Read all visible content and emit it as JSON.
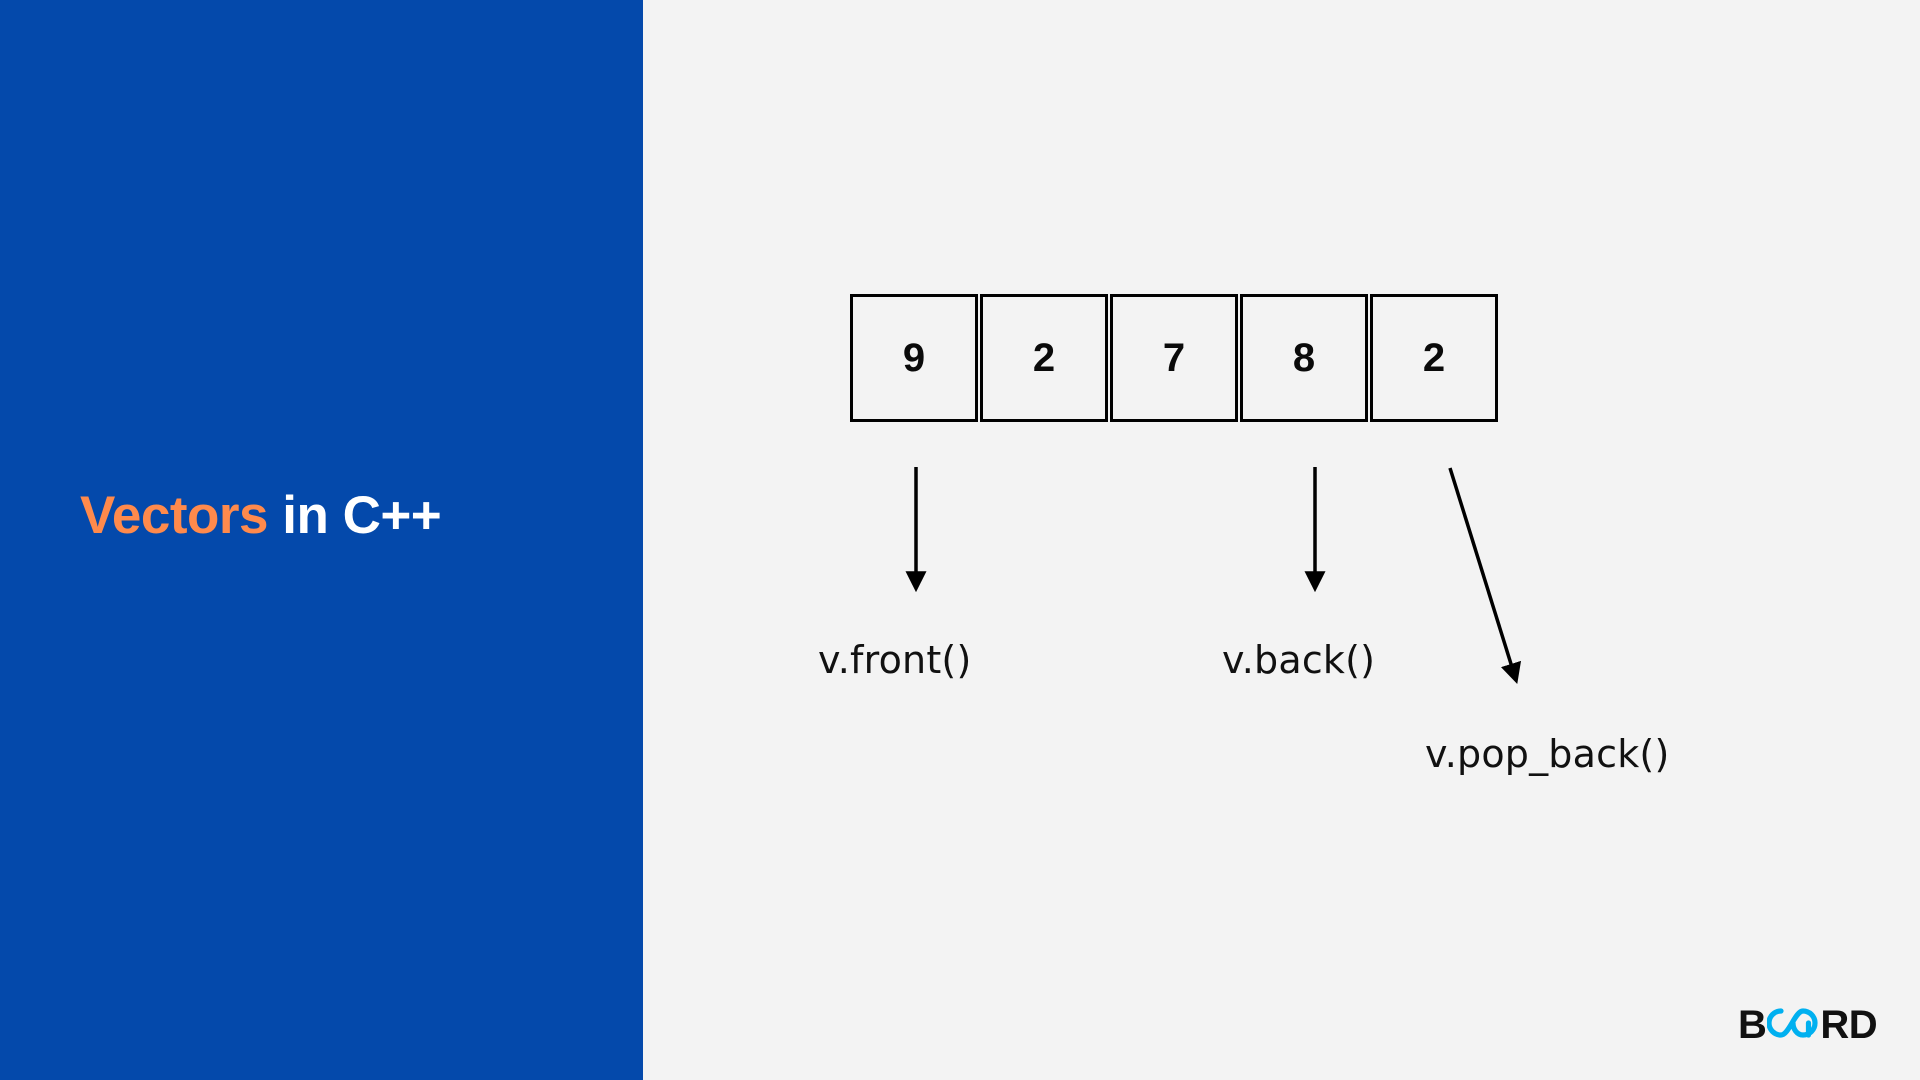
{
  "slide": {
    "background_color": "#f3f3f3",
    "panel_color": "#0449ab"
  },
  "title": {
    "accent_text": "Vectors",
    "accent_color": "#ff8a4c",
    "rest_text": " in C++",
    "rest_color": "#ffffff"
  },
  "array": {
    "label": "vector-cells",
    "cells": [
      {
        "value": "9"
      },
      {
        "value": "2"
      },
      {
        "value": "7"
      },
      {
        "value": "8"
      },
      {
        "value": "2"
      }
    ]
  },
  "callouts": [
    {
      "id": "front",
      "text": "v.front()"
    },
    {
      "id": "back",
      "text": "v.back()"
    },
    {
      "id": "pop_back",
      "text": "v.pop_back()"
    }
  ],
  "logo": {
    "lead": "B",
    "mark": "infinity-mark",
    "mark_color": "#00b0f0",
    "tail": "RD",
    "text_color": "#111111"
  }
}
